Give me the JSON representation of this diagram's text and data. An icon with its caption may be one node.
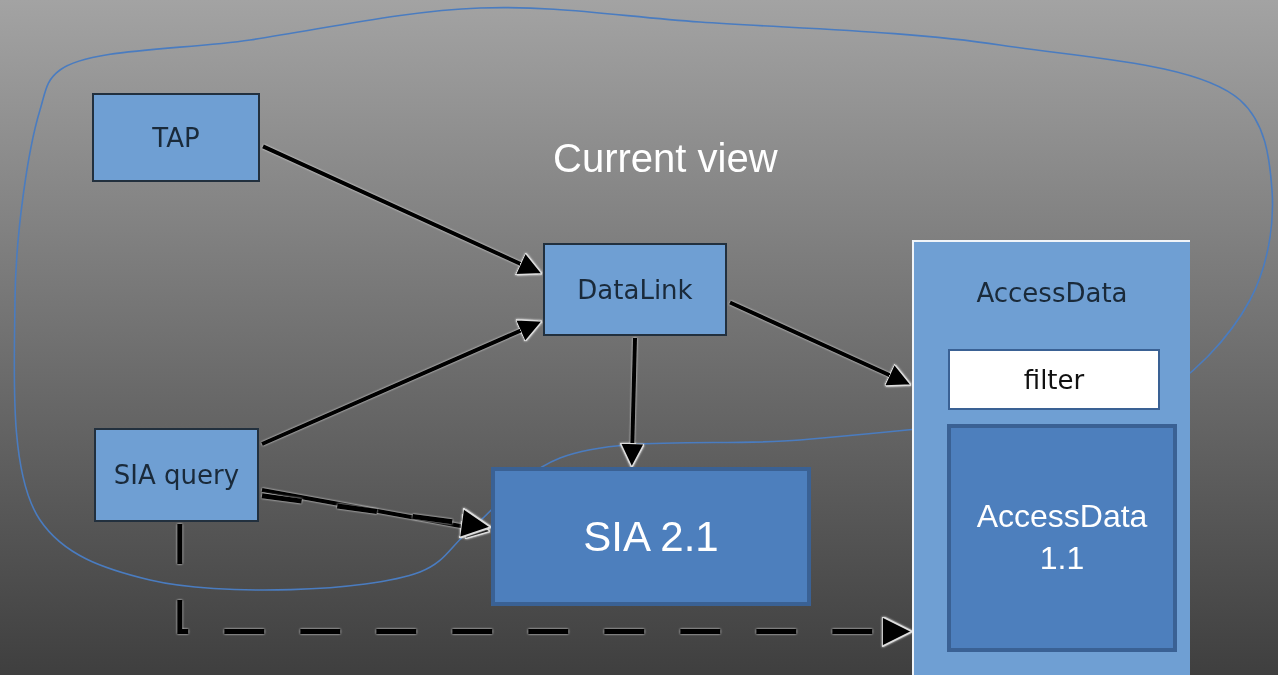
{
  "diagram": {
    "nodes": [
      {
        "text": [
          "TAP"
        ]
      },
      {
        "text": [
          "DataLink"
        ]
      },
      {
        "text": [
          "SIA query"
        ]
      },
      {
        "text": [
          "SIA 2.1"
        ]
      },
      {
        "text": [
          "AccessData"
        ]
      },
      {
        "text": [
          "filter"
        ],
        "in": 4
      },
      {
        "text": [
          "AccessData 1.1"
        ],
        "in": 4
      }
    ],
    "edges": [
      {
        "from": 0,
        "to": 1,
        "arrow": "to"
      },
      {
        "from": 2,
        "to": 1,
        "arrow": "to"
      },
      {
        "from": 1,
        "to": 3,
        "arrow": "to"
      },
      {
        "from": 1,
        "to": 4,
        "arrow": "to"
      },
      {
        "from": 2,
        "to": 3,
        "arrow": "to"
      },
      {
        "from": 2,
        "to": 3,
        "arrow": "to",
        "style": "dashed"
      },
      {
        "from": 2,
        "to": 4,
        "arrow": "to",
        "style": "dashed"
      }
    ],
    "labels": [
      "Current view"
    ]
  }
}
